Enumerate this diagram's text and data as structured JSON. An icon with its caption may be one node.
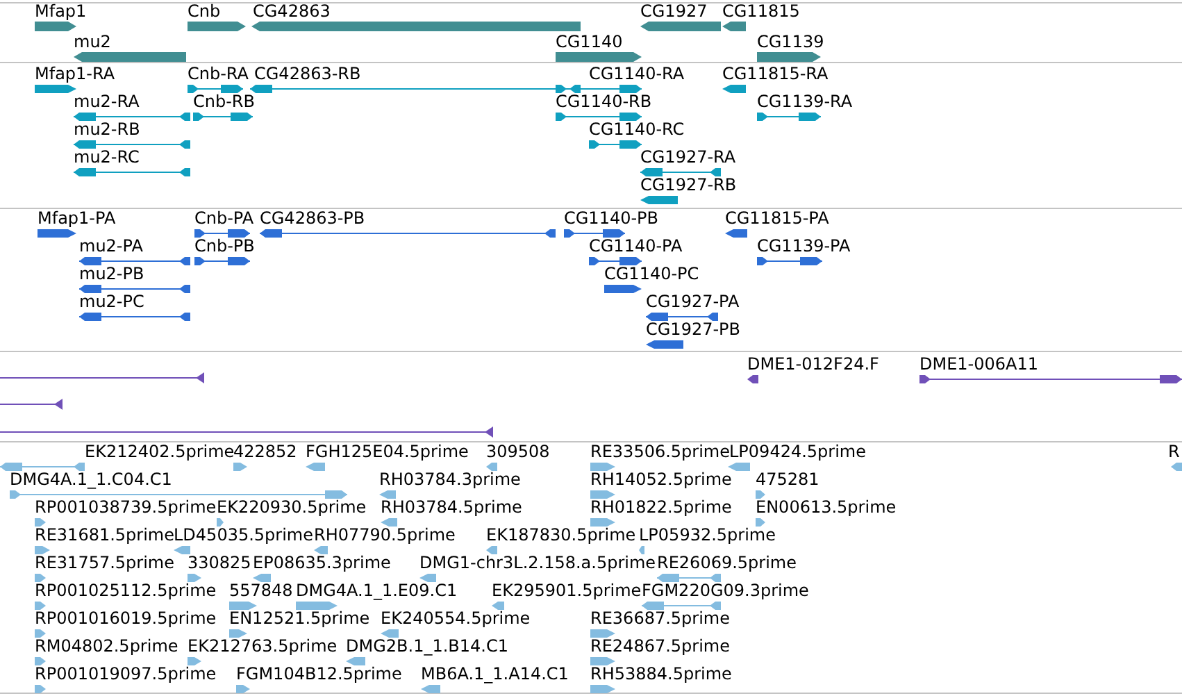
{
  "diagram": {
    "labels": [
      "Mfap1",
      "Cnb",
      "CG42863",
      "CG1927",
      "CG11815",
      "mu2",
      "CG1140",
      "CG1139",
      "Mfap1-RA",
      "Cnb-RA",
      "CG42863-RB",
      "CG1140-RA",
      "CG11815-RA",
      "mu2-RA",
      "Cnb-RB",
      "CG1140-RB",
      "CG1139-RA",
      "mu2-RB",
      "CG1140-RC",
      "mu2-RC",
      "CG1927-RA",
      "CG1927-RB",
      "Mfap1-PA",
      "Cnb-PA",
      "CG42863-PB",
      "CG1140-PB",
      "CG11815-PA",
      "mu2-PA",
      "Cnb-PB",
      "CG1140-PA",
      "CG1139-PA",
      "mu2-PB",
      "CG1140-PC",
      "mu2-PC",
      "CG1927-PA",
      "CG1927-PB",
      "DME1-012F24.F",
      "DME1-006A11",
      "EK212402.5prime",
      "422852",
      "FGH125E04.5prime",
      "309508",
      "RE33506.5prime",
      "LP09424.5prime",
      "R",
      "DMG4A.1_1.C04.C1",
      "RH03784.3prime",
      "RH14052.5prime",
      "475281",
      "RP001038739.5prime",
      "EK220930.5prime",
      "RH03784.5prime",
      "RH01822.5prime",
      "EN00613.5prime",
      "RE31681.5prime",
      "LD45035.5prime",
      "RH07790.5prime",
      "EK187830.5prime",
      "LP05932.5prime",
      "RE31757.5prime",
      "330825",
      "EP08635.3prime",
      "DMG1-chr3L.2.158.a.5prime",
      "RE26069.5prime",
      "RP001025112.5prime",
      "557848",
      "DMG4A.1_1.E09.C1",
      "EK295901.5prime",
      "FGM220G09.3prime",
      "RP001016019.5prime",
      "EN12521.5prime",
      "EK240554.5prime",
      "RE36687.5prime",
      "RM04802.5prime",
      "EK212763.5prime",
      "DMG2B.1_1.B14.C1",
      "RE24867.5prime",
      "RP001019097.5prime",
      "FGM104B12.5prime",
      "MB6A.1_1.A14.C1",
      "RH53884.5prime"
    ]
  }
}
